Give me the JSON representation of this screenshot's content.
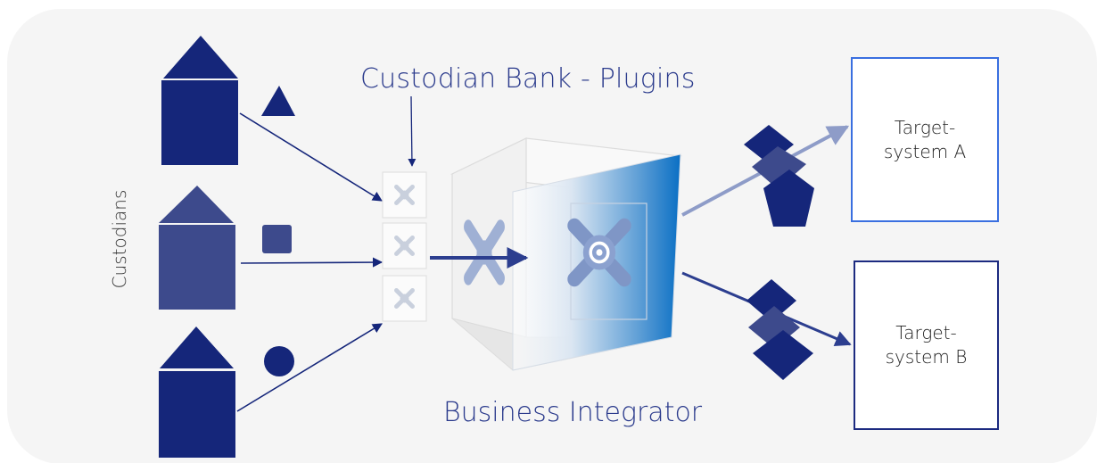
{
  "labels": {
    "plugins_title": "Custodian Bank - Plugins",
    "integrator_title": "Business Integrator",
    "custodians": "Custodians"
  },
  "targets": [
    {
      "name": "Target-\nsystem A"
    },
    {
      "name": "Target-\nsystem B"
    }
  ],
  "custodians": [
    {
      "shape": "triangle",
      "color": "#15267a"
    },
    {
      "shape": "square",
      "color": "#3d4a8c"
    },
    {
      "shape": "circle",
      "color": "#15267a"
    }
  ],
  "colors": {
    "background": "#f5f5f5",
    "primary": "#15267a",
    "secondary": "#3d4a8c",
    "accent_gradient": "#0a6fc4",
    "arrow_light": "#8e9cc8",
    "target_a_border": "#3a6fe0",
    "target_b_border": "#1c2a80"
  },
  "icons": {
    "plugin": "vault-handle-icon",
    "integrator": "vault-icon"
  }
}
